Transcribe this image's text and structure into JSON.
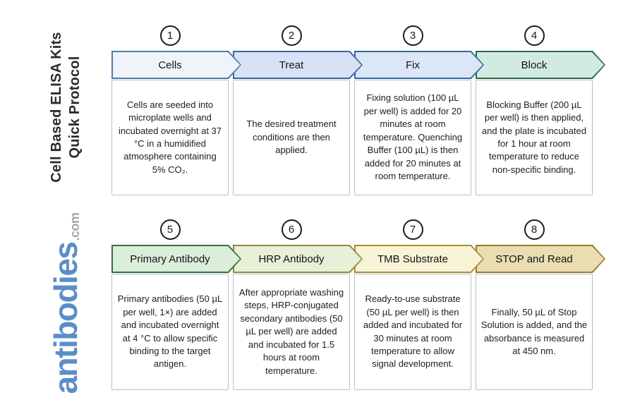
{
  "page": {
    "title_line1": "Cell Based ELISA Kits",
    "title_line2": "Quick Protocol"
  },
  "logo": {
    "brand": "antibodies",
    "tld": ".com",
    "brand_color": "#5b8ec9",
    "tld_color": "#a6a6a6"
  },
  "steps": [
    {
      "number": "1",
      "label": "Cells",
      "fill": "#eef4fa",
      "border": "#4e7ca9",
      "description": "Cells are seeded into microplate wells and incubated overnight at 37 °C in a humidified atmosphere containing 5% CO₂."
    },
    {
      "number": "2",
      "label": "Treat",
      "fill": "#d8e2f7",
      "border": "#3d639e",
      "description": "The desired treatment conditions are then applied."
    },
    {
      "number": "3",
      "label": "Fix",
      "fill": "#dbe6f6",
      "border": "#2e6aa3",
      "description": "Fixing solution (100 µL per well) is added for 20 minutes at room temperature. Quenching Buffer (100 µL) is then added for 20 minutes at room temperature."
    },
    {
      "number": "4",
      "label": "Block",
      "fill": "#d2ebe1",
      "border": "#2f6752",
      "description": "Blocking Buffer (200 µL per well) is then applied, and the plate is incubated for 1 hour at room temperature to reduce non-specific binding."
    },
    {
      "number": "5",
      "label": "Primary Antibody",
      "fill": "#dbeeda",
      "border": "#35703a",
      "description": "Primary antibodies (50 µL per well, 1×) are added and incubated overnight at 4 °C to allow specific binding to the target antigen."
    },
    {
      "number": "6",
      "label": "HRP Antibody",
      "fill": "#e8f0d8",
      "border": "#8c8a38",
      "description": "After appropriate washing steps, HRP-conjugated secondary antibodies (50 µL per well) are added and incubated for 1.5 hours at room temperature."
    },
    {
      "number": "7",
      "label": "TMB Substrate",
      "fill": "#f8f4d7",
      "border": "#a98d2f",
      "description": "Ready-to-use substrate (50 µL per well) is then added and incubated for 30 minutes at room temperature to allow signal development."
    },
    {
      "number": "8",
      "label": "STOP and Read",
      "fill": "#eaddb2",
      "border": "#9a7b28",
      "description": "Finally, 50 µL of Stop Solution is added, and the absorbance is measured at 450 nm."
    }
  ]
}
